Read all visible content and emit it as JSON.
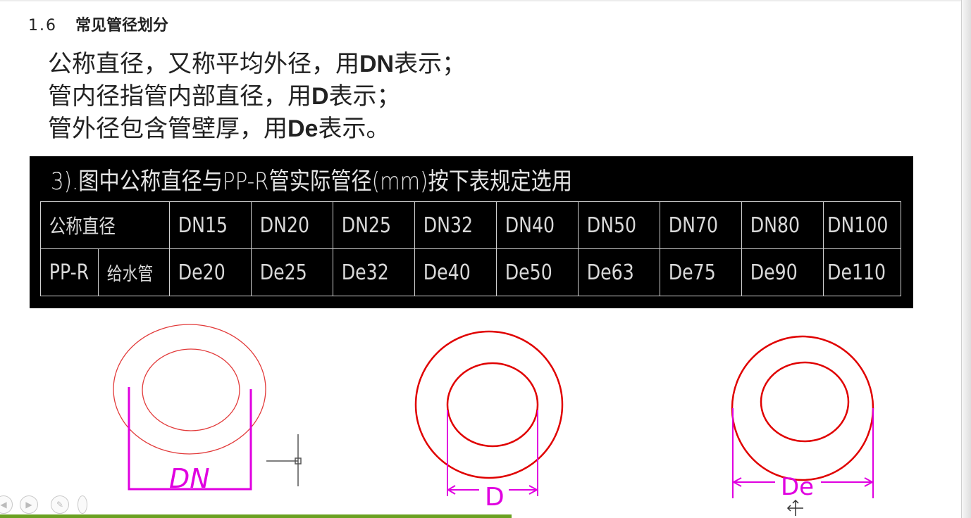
{
  "section": {
    "number": "1.6",
    "title": "常见管径划分"
  },
  "definitions": [
    {
      "pre": "公称直径，又称平均外径，用",
      "sym": "DN",
      "post": "表示；"
    },
    {
      "pre": "管内径指管内部直径，用",
      "sym": "D",
      "post": "表示；"
    },
    {
      "pre": "管外径包含管壁厚，用",
      "sym": "De",
      "post": "表示。"
    }
  ],
  "cad": {
    "title": "3).图中公称直径与PP-R管实际管径(mm)按下表规定选用",
    "row1_header": "公称直径",
    "row2_header_a": "PP-R",
    "row2_header_b": "给水管",
    "dn": [
      "DN15",
      "DN20",
      "DN25",
      "DN32",
      "DN40",
      "DN50",
      "DN70",
      "DN80",
      "DN100"
    ],
    "de": [
      "De20",
      "De25",
      "De32",
      "De40",
      "De50",
      "De63",
      "De75",
      "De90",
      "De110"
    ]
  },
  "diagrams": {
    "dn_label": "DN",
    "d_label": "D",
    "de_label": "De",
    "colors": {
      "circle": "#e00000",
      "circle_thin": "#e23a3a",
      "dimension": "#e000e0",
      "crosshair": "#555555",
      "player_progress": "#6aa121"
    }
  },
  "player": {
    "icons": [
      "rewind-icon",
      "play-icon",
      "pen-icon",
      "more-icon"
    ]
  }
}
